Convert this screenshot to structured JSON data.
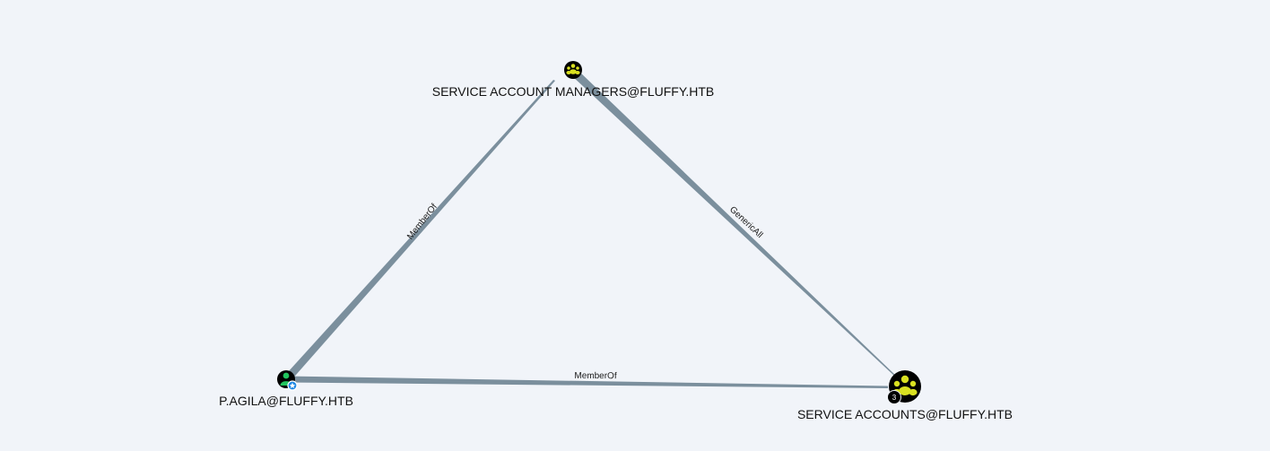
{
  "colors": {
    "background": "#f1f4f9",
    "edge": "#7b8f9d",
    "group_node_fill": "#000000",
    "group_icon": "#d9e021",
    "user_icon": "#22c55e",
    "tier_badge": "#1e88e5",
    "count_badge": "#000000"
  },
  "graph": {
    "nodes": [
      {
        "id": "managers",
        "type": "group",
        "icon": "group-icon",
        "label": "SERVICE ACCOUNT MANAGERS@FLUFFY.HTB"
      },
      {
        "id": "pagila",
        "type": "user",
        "icon": "user-icon",
        "badge_icon": "tier-zero-icon",
        "label": "P.AGILA@FLUFFY.HTB"
      },
      {
        "id": "accounts",
        "type": "group",
        "icon": "group-icon",
        "member_count": "3",
        "label": "SERVICE ACCOUNTS@FLUFFY.HTB"
      }
    ],
    "edges": [
      {
        "id": "pagila-managers",
        "source": "pagila",
        "target": "managers",
        "label": "MemberOf"
      },
      {
        "id": "managers-accounts",
        "source": "managers",
        "target": "accounts",
        "label": "GenericAll"
      },
      {
        "id": "pagila-accounts",
        "source": "pagila",
        "target": "accounts",
        "label": "MemberOf"
      }
    ]
  }
}
